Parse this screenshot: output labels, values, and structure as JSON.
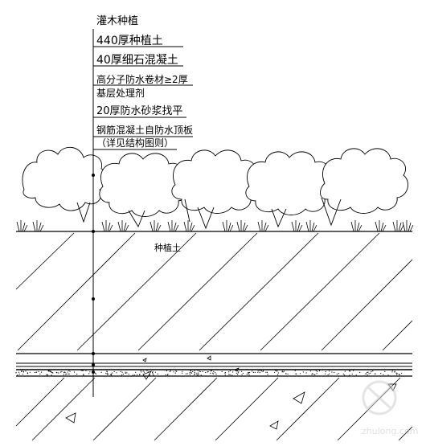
{
  "callout": {
    "labels": [
      "灌木种植",
      "440厚种植土",
      "40厚细石混凝土",
      "高分子防水卷材≥2厚",
      "基层处理剂",
      "20厚防水砂浆找平",
      "钢筋混凝土自防水顶板",
      "（详见结构图则）"
    ]
  },
  "soil_label": "种植土",
  "watermark": "zhulong.com",
  "colors": {
    "line": "#000000",
    "background": "#ffffff",
    "watermark": "#d8d8d8"
  }
}
